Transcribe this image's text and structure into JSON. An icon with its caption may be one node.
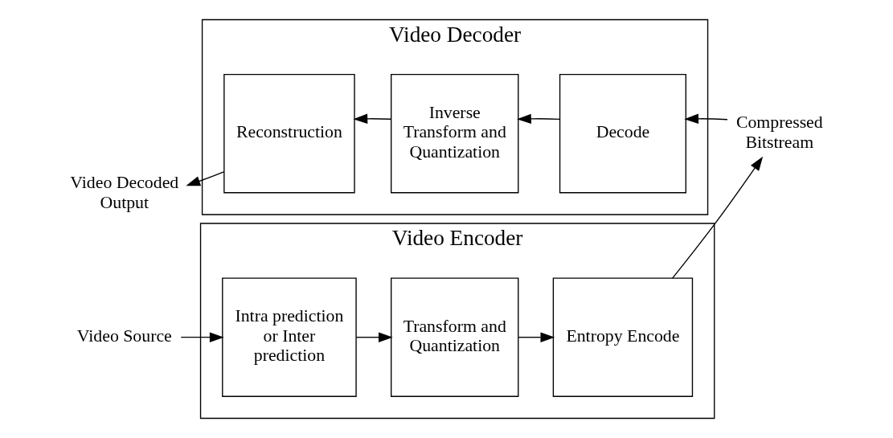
{
  "diagram": {
    "nodes": [
      {
        "text": [
          "Video Encoder"
        ]
      },
      {
        "text": [
          "Intra prediction or Inter prediction"
        ],
        "in": 0
      },
      {
        "text": [
          "Transform and Quantization"
        ],
        "in": 0
      },
      {
        "text": [
          "Entropy Encode"
        ],
        "in": 0
      },
      {
        "text": [
          "Video Source"
        ]
      },
      {
        "text": [
          "Compressed Bitstream"
        ]
      },
      {
        "text": [
          "Video Decoder"
        ]
      },
      {
        "text": [
          "Reconstruction"
        ],
        "in": 6
      },
      {
        "text": [
          "Inverse Transform and Quantization"
        ],
        "in": 6
      },
      {
        "text": [
          "Decode"
        ],
        "in": 6
      },
      {
        "text": [
          "Video Decoded Output"
        ]
      }
    ],
    "edges": [
      {
        "from": 4,
        "to": 1,
        "arrow": "to"
      },
      {
        "from": 1,
        "to": 2,
        "arrow": "to"
      },
      {
        "from": 2,
        "to": 3,
        "arrow": "to"
      },
      {
        "from": 3,
        "to": 5,
        "arrow": "to"
      },
      {
        "from": 5,
        "to": 9,
        "arrow": "to"
      },
      {
        "from": 9,
        "to": 8,
        "arrow": "to"
      },
      {
        "from": 8,
        "to": 7,
        "arrow": "to"
      },
      {
        "from": 7,
        "to": 10,
        "arrow": "to"
      }
    ]
  }
}
